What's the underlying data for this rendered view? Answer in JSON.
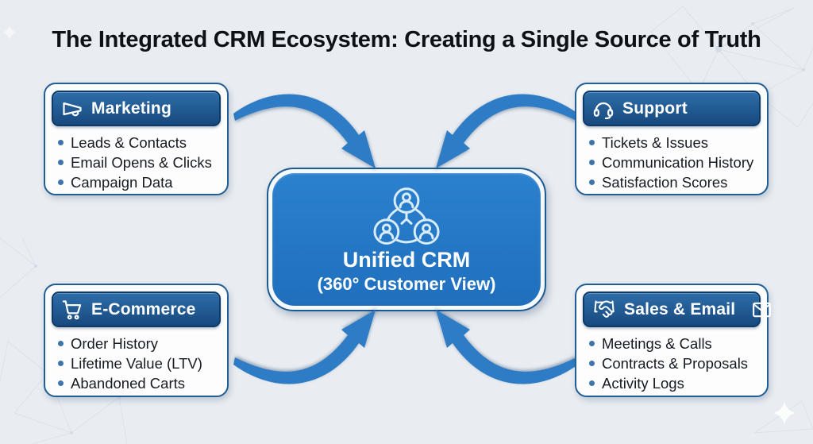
{
  "title": "The Integrated CRM Ecosystem: Creating a Single Source of Truth",
  "center": {
    "icon": "users-network-icon",
    "title": "Unified CRM",
    "subtitle": "(360° Customer View)"
  },
  "cards": [
    {
      "id": "marketing",
      "label": "Marketing",
      "icon": "megaphone-icon",
      "items": [
        "Leads & Contacts",
        "Email Opens & Clicks",
        "Campaign Data"
      ]
    },
    {
      "id": "support",
      "label": "Support",
      "icon": "headset-icon",
      "items": [
        "Tickets & Issues",
        "Communication History",
        "Satisfaction Scores"
      ]
    },
    {
      "id": "ecommerce",
      "label": "E-Commerce",
      "icon": "shopping-cart-icon",
      "items": [
        "Order History",
        "Lifetime Value (LTV)",
        "Abandoned Carts"
      ]
    },
    {
      "id": "sales",
      "label": "Sales & Email",
      "icon": "handshake-icon",
      "trailing_icon": "envelope-icon",
      "items": [
        "Meetings & Calls",
        "Contracts & Proposals",
        "Activity Logs"
      ]
    }
  ],
  "colors": {
    "background": "#e9edf2",
    "arrow_blue": "#2d7cc5",
    "header_blue_top": "#2e6da9",
    "header_blue_bottom": "#17497e",
    "center_blue": "#2379c9",
    "card_border": "#205e95",
    "bullet_dot": "#3e74ab",
    "title_text": "#0e1217"
  }
}
